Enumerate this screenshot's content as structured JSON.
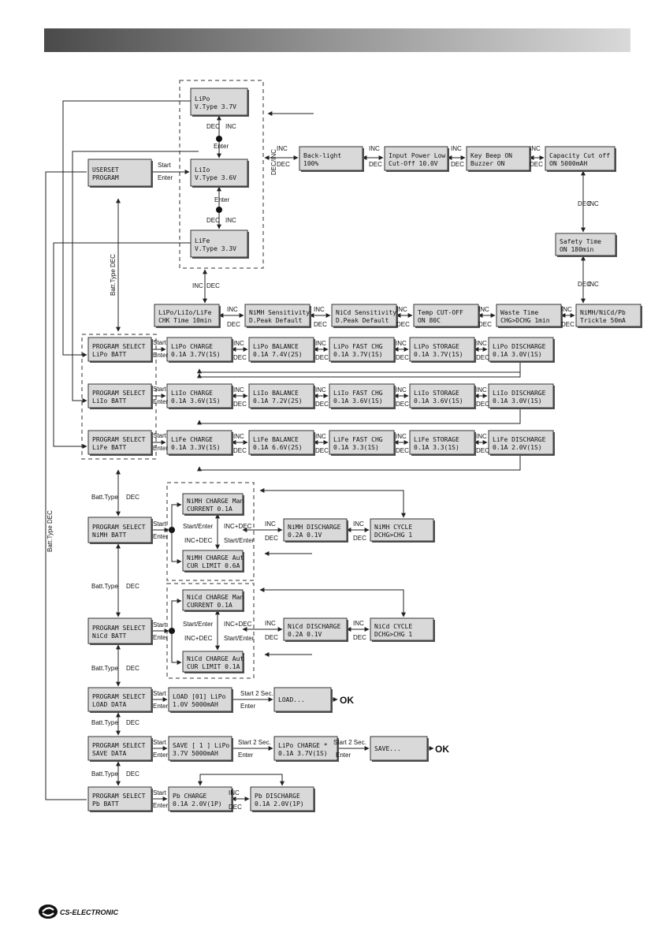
{
  "boxes": [
    {
      "id": "lipo-vtype",
      "l1": "LiPo",
      "l2": "V.Type 3.7V"
    },
    {
      "id": "liio-vtype",
      "l1": "LiIo",
      "l2": "V.Type 3.6V"
    },
    {
      "id": "life-vtype",
      "l1": "LiFe",
      "l2": "V.Type 3.3V"
    },
    {
      "id": "userset",
      "l1": "USERSET",
      "l2": "PROGRAM"
    },
    {
      "id": "backlight",
      "l1": "Back-light",
      "l2": "100%"
    },
    {
      "id": "input-power",
      "l1": "Input Power Low",
      "l2": "Cut-Off  10.0V"
    },
    {
      "id": "key-beep",
      "l1": "Key Beep   ON",
      "l2": "Buzzer    ON"
    },
    {
      "id": "capacity",
      "l1": "Capacity  Cut off",
      "l2": "ON     5000mAH"
    },
    {
      "id": "safety-time",
      "l1": "Safety Time",
      "l2": "ON    180min"
    },
    {
      "id": "lithium-chk",
      "l1": "LiPo/LiIo/LiFe",
      "l2": "CHK Time  10min"
    },
    {
      "id": "nimh-sens",
      "l1": "NiMH Sensitivity",
      "l2": "D.Peak Default"
    },
    {
      "id": "nicd-sens",
      "l1": "NiCd Sensitivity",
      "l2": "D.Peak Default"
    },
    {
      "id": "temp-cutoff",
      "l1": "Temp   CUT-OFF",
      "l2": "ON        80C"
    },
    {
      "id": "waste-time",
      "l1": "Waste Time",
      "l2": "CHG>DCHG 1min"
    },
    {
      "id": "trickle",
      "l1": "NiMH/NiCd/Pb",
      "l2": "Trickle  50mA"
    },
    {
      "id": "ps-lipo",
      "l1": "PROGRAM SELECT",
      "l2": "LiPo BATT"
    },
    {
      "id": "lipo-charge",
      "l1": "LiPo CHARGE",
      "l2": "0.1A  3.7V(1S)"
    },
    {
      "id": "lipo-balance",
      "l1": "LiPo BALANCE",
      "l2": "0.1A  7.4V(2S)"
    },
    {
      "id": "lipo-fast",
      "l1": "LiPo FAST CHG",
      "l2": "0.1A   3.7V(1S)"
    },
    {
      "id": "lipo-storage",
      "l1": "LiPo STORAGE",
      "l2": "0.1A  3.7V(1S)"
    },
    {
      "id": "lipo-discharge",
      "l1": "LiPo DISCHARGE",
      "l2": "0.1A    3.0V(1S)"
    },
    {
      "id": "ps-liio",
      "l1": "PROGRAM SELECT",
      "l2": "LiIo BATT"
    },
    {
      "id": "liio-charge",
      "l1": "LiIo CHARGE",
      "l2": "0.1A  3.6V(1S)"
    },
    {
      "id": "liio-balance",
      "l1": "LiIo BALANCE",
      "l2": "0.1A  7.2V(2S)"
    },
    {
      "id": "liio-fast",
      "l1": "LiIo FAST CHG",
      "l2": "0.1A   3.6V(1S)"
    },
    {
      "id": "liio-storage",
      "l1": "LiIo STORAGE",
      "l2": "0.1A  3.6V(1S)"
    },
    {
      "id": "liio-discharge",
      "l1": "LiIo DISCHARGE",
      "l2": "0.1A    3.0V(1S)"
    },
    {
      "id": "ps-life",
      "l1": "PROGRAM SELECT",
      "l2": "LiFe BATT"
    },
    {
      "id": "life-charge",
      "l1": "LiFe CHARGE",
      "l2": "0.1A  3.3V(1S)"
    },
    {
      "id": "life-balance",
      "l1": "LiFe BALANCE",
      "l2": "0.1A  6.6V(2S)"
    },
    {
      "id": "life-fast",
      "l1": "LiFe FAST CHG",
      "l2": "0.1A   3.3(1S)"
    },
    {
      "id": "life-storage",
      "l1": "LiFe STORAGE",
      "l2": "0.1A  3.3(1S)"
    },
    {
      "id": "life-discharge",
      "l1": "LiFe DISCHARGE",
      "l2": "0.1A    2.0V(1S)"
    },
    {
      "id": "nimh-man",
      "l1": "NiMH CHARGE  Man",
      "l2": "CURRENT    0.1A"
    },
    {
      "id": "nimh-aut",
      "l1": "NiMH CHARGE  Aut",
      "l2": "CUR LIMIT  0.6A"
    },
    {
      "id": "ps-nimh",
      "l1": "PROGRAM SELECT",
      "l2": "NiMH BATT"
    },
    {
      "id": "nimh-discharge",
      "l1": "NiMH DISCHARGE",
      "l2": "0.2A      0.1V"
    },
    {
      "id": "nimh-cycle",
      "l1": "NiMH CYCLE",
      "l2": "DCHG>CHG   1"
    },
    {
      "id": "nicd-man",
      "l1": "NiCd CHARGE  Man",
      "l2": "CURRENT    0.1A"
    },
    {
      "id": "nicd-aut",
      "l1": "NiCd CHARGE  Aut",
      "l2": "CUR LIMIT  0.1A"
    },
    {
      "id": "ps-nicd",
      "l1": "PROGRAM SELECT",
      "l2": "NiCd BATT"
    },
    {
      "id": "nicd-discharge",
      "l1": "NiCd DISCHARGE",
      "l2": "0.2A      0.1V"
    },
    {
      "id": "nicd-cycle",
      "l1": "NiCd CYCLE",
      "l2": "DCHG>CHG   1"
    },
    {
      "id": "ps-load",
      "l1": "PROGRAM SELECT",
      "l2": "LOAD DATA"
    },
    {
      "id": "load-01",
      "l1": "LOAD [01]  LiPo",
      "l2": "1.0V   5000mAH"
    },
    {
      "id": "load-progress",
      "l1": "LOAD...",
      "l2": ""
    },
    {
      "id": "ps-save",
      "l1": "PROGRAM SELECT",
      "l2": "SAVE DATA"
    },
    {
      "id": "save-1",
      "l1": "SAVE [ 1 ]  LiPo",
      "l2": "3.7V   5000mAH"
    },
    {
      "id": "save-lipo",
      "l1": "LiPo CHARGE *",
      "l2": "0.1A 3.7V(1S)"
    },
    {
      "id": "save-progress",
      "l1": "SAVE...",
      "l2": ""
    },
    {
      "id": "ps-pb",
      "l1": "PROGRAM SELECT",
      "l2": "Pb BATT"
    },
    {
      "id": "pb-charge",
      "l1": "Pb CHARGE",
      "l2": "0.1A    2.0V(1P)"
    },
    {
      "id": "pb-discharge",
      "l1": "Pb DISCHARGE",
      "l2": "0.1A    2.0V(1P)"
    }
  ],
  "labels": {
    "inc": "INC",
    "dec": "DEC",
    "start": "Start",
    "enter": "Enter",
    "dec_inc": "DEC/INC",
    "batt_type_dec": "Batt.Type  DEC",
    "batt_type": "Batt.Type",
    "start_enter": "Start/Enter",
    "inc_dec": "INC+DEC",
    "start_2sec": "Start  2 Sec.",
    "ok": "OK",
    "dec_short": "DEC",
    "inc_short": "INC",
    "inc_dec_pair": "INC DEC"
  },
  "brand": {
    "logo_text": "CS-ELECTRONIC"
  },
  "colors": {
    "lcd": "#d9d9d9",
    "line": "#222222",
    "header_dark": "#4a4a4a",
    "header_light": "#d9d9d9"
  }
}
